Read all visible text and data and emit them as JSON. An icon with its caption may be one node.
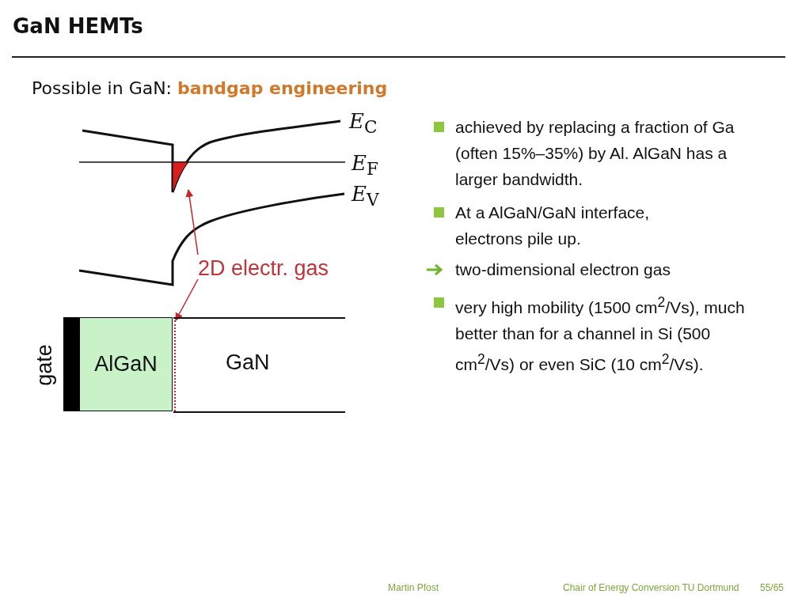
{
  "diagram": {
    "title": "GaN HEMTs",
    "nodes": [
      {
        "text": [],
        "shape": "bar",
        "beside": [
          "gate"
        ]
      },
      {
        "text": [
          "AlGaN"
        ]
      },
      {
        "text": [
          "GaN"
        ]
      },
      {
        "text": [
          "2D electr. gas"
        ]
      },
      {
        "text": [],
        "shape": "triangle"
      },
      {
        "text": [],
        "shape": "line",
        "in": 2
      }
    ],
    "edges": [
      {
        "from": 3,
        "to": 4,
        "arrow": "to"
      },
      {
        "from": 3,
        "to": 5,
        "arrow": "to"
      }
    ],
    "labels": [
      "Possible in GaN: **bandgap engineering**",
      "*E*$_{C}$",
      "*E*$_{F}$",
      "*E*$_{V}$",
      "achieved by replacing a fraction of Ga (often 15%–35%) by Al. AlGaN has a larger bandwidth.",
      "At a AlGaN/GaN interface, electrons pile up.",
      "two-dimensional electron gas",
      "very high mobility (1500 cm$^{2}$/Vs), much better than for a channel in Si (500 cm$^{2}$/Vs) or even SiC (10 cm$^{2}$/Vs).",
      "Martin Pfost",
      "Chair of Energy Conversion TU Dortmund",
      "55/65"
    ]
  }
}
